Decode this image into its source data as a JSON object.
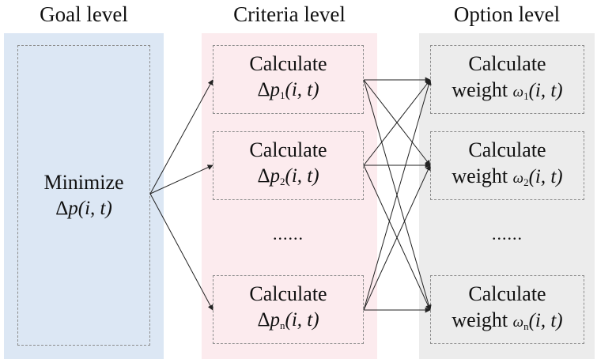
{
  "headings": {
    "goal": "Goal level",
    "criteria": "Criteria level",
    "option": "Option level"
  },
  "colors": {
    "goal_panel": "#dce7f4",
    "criteria_panel": "#fcebee",
    "option_panel": "#ececec",
    "box_border": "#8c8c8c",
    "arrow": "#222222"
  },
  "goal": {
    "label": "Minimize",
    "delta": "Δ",
    "var": "p",
    "args": "(i, t)"
  },
  "criteria": {
    "items": [
      {
        "label": "Calculate",
        "delta": "Δ",
        "var": "p",
        "sub": "1",
        "args": "(i, t)"
      },
      {
        "label": "Calculate",
        "delta": "Δ",
        "var": "p",
        "sub": "2",
        "args": "(i, t)"
      },
      {
        "label": "Calculate",
        "delta": "Δ",
        "var": "p",
        "sub": "n",
        "args": "(i, t)"
      }
    ],
    "ellipsis": "......"
  },
  "options": {
    "items": [
      {
        "label": "Calculate",
        "word": "weight",
        "symbol": "ω",
        "sub": "1",
        "args": "(i, t)"
      },
      {
        "label": "Calculate",
        "word": "weight",
        "symbol": "ω",
        "sub": "2",
        "args": "(i, t)"
      },
      {
        "label": "Calculate",
        "word": "weight",
        "symbol": "ω",
        "sub": "n",
        "args": "(i, t)"
      }
    ],
    "ellipsis": "......"
  }
}
